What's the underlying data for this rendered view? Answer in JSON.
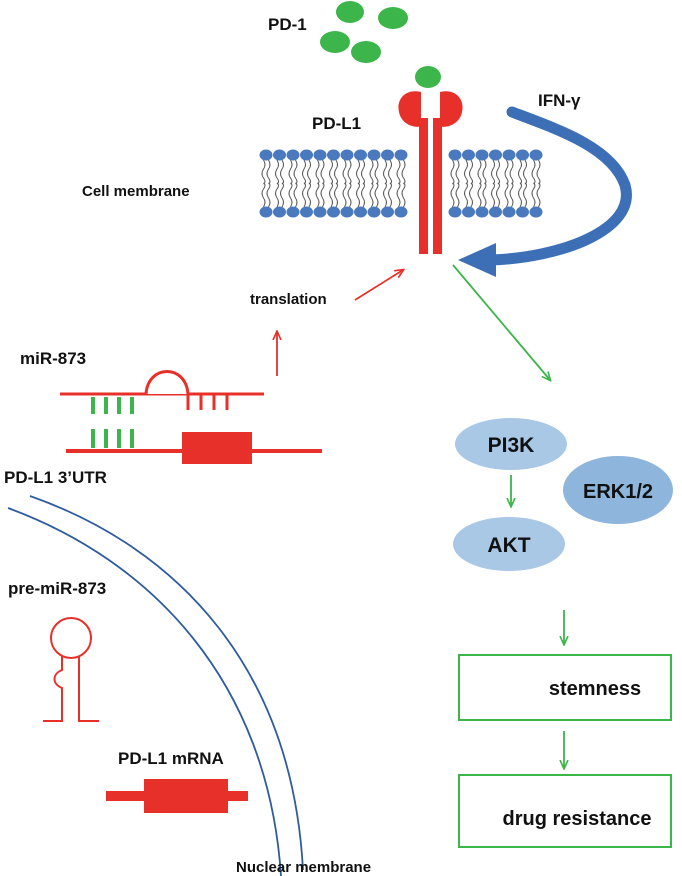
{
  "labels": {
    "pd1": "PD-1",
    "pdl1": "PD-L1",
    "ifng": "IFN-γ",
    "cell_membrane": "Cell membrane",
    "translation": "translation",
    "mir873": "miR-873",
    "pdl1_utr": "PD-L1 3’UTR",
    "pre_mir873": "pre-miR-873",
    "pdl1_mrna": "PD-L1 mRNA",
    "nuclear_membrane": "Nuclear  membrane",
    "pi3k": "PI3K",
    "akt": "AKT",
    "erk": "ERK1/2",
    "stemness": "stemness",
    "drug_resistance": "drug resistance"
  },
  "colors": {
    "red": "#e8302a",
    "green": "#3cb54a",
    "blue": "#3d6fb6",
    "lipid_head": "#4a79bd",
    "node_light": "#a9c8e6",
    "node_dark": "#8eb5dc",
    "nuclear_line": "#2f5c9e"
  }
}
